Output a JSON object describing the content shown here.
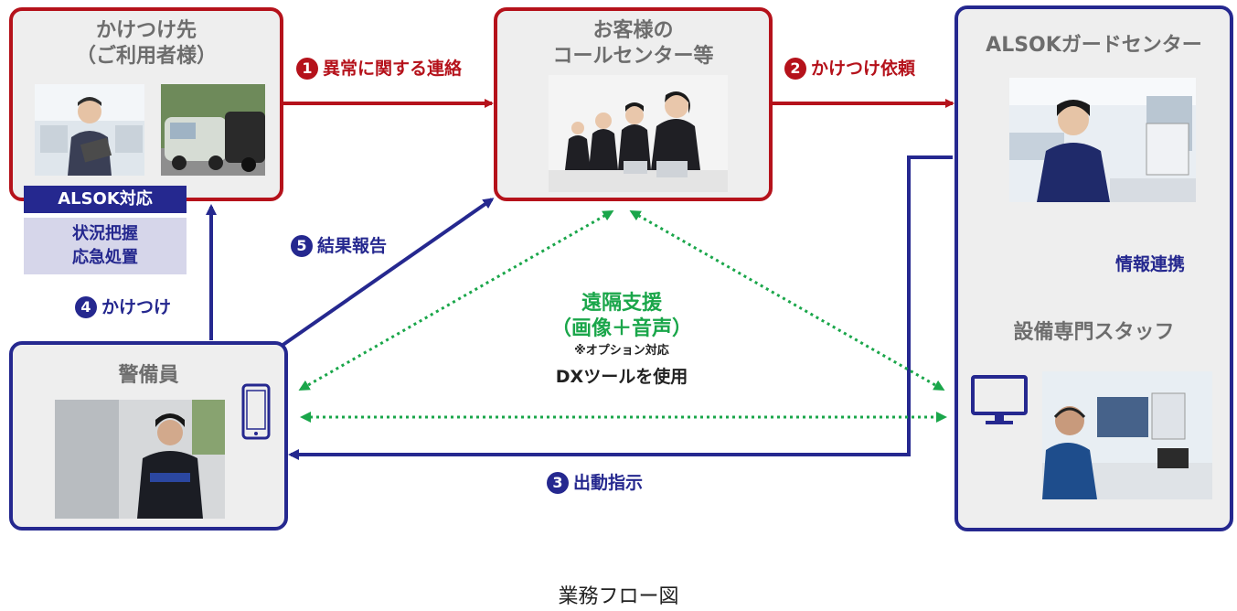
{
  "nodes": {
    "customer": {
      "title_1": "かけつけ先",
      "title_2": "（ご利用者様）"
    },
    "callcenter": {
      "title_1": "お客様の",
      "title_2": "コールセンター等"
    },
    "guard_center": {
      "title": "ALSOKガードセンター",
      "staff": "設備専門スタッフ"
    },
    "guard": {
      "title": "警備員"
    }
  },
  "alsok_badge": {
    "title": "ALSOK対応",
    "line_1": "状況把握",
    "line_2": "応急処置"
  },
  "steps": [
    {
      "num": "1",
      "label": "異常に関する連絡"
    },
    {
      "num": "2",
      "label": "かけつけ依頼"
    },
    {
      "num": "3",
      "label": "出動指示"
    },
    {
      "num": "4",
      "label": "かけつけ"
    },
    {
      "num": "5",
      "label": "結果報告"
    }
  ],
  "info_link": "情報連携",
  "remote": {
    "title": "遠隔支援",
    "subtitle": "（画像＋音声）",
    "note": "※オプション対応",
    "tool": "DXツールを使用"
  },
  "caption": "業務フロー図",
  "colors": {
    "red": "#b5121b",
    "blue": "#25288f",
    "green": "#1aa64a"
  }
}
